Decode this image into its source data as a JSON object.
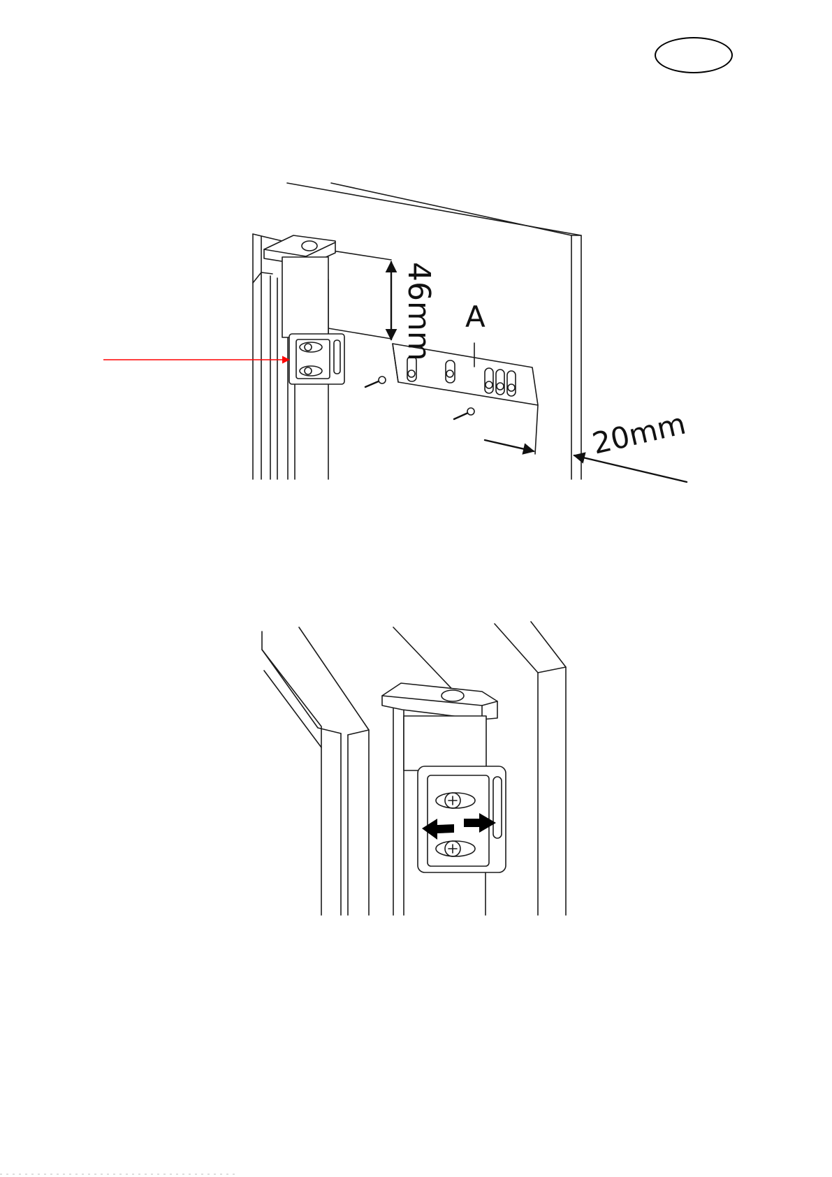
{
  "top_diagram": {
    "label_height": "46mm",
    "label_part": "A",
    "label_offset": "20mm",
    "pointer_color": "#ff0000"
  },
  "bottom_diagram": {
    "arrow_icon": "double-horizontal-arrow-icon"
  },
  "colors": {
    "line": "#1a1a1a",
    "pointer": "#ff0000",
    "background": "#ffffff"
  }
}
